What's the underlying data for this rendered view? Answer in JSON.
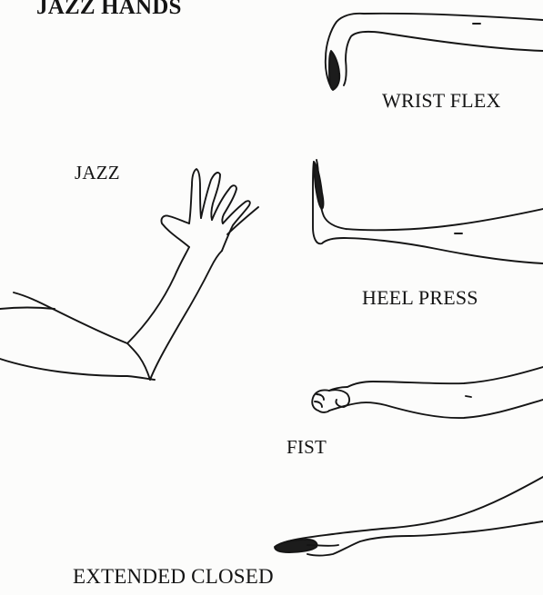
{
  "title": "JAZZ HANDS",
  "positions": [
    {
      "label": "WRIST FLEX",
      "icon": "arm-wrist-flex-illustration"
    },
    {
      "label": "JAZZ",
      "icon": "arm-jazz-hand-illustration"
    },
    {
      "label": "HEEL PRESS",
      "icon": "arm-heel-press-illustration"
    },
    {
      "label": "FIST",
      "icon": "arm-fist-illustration"
    },
    {
      "label": "EXTENDED CLOSED",
      "icon": "arm-extended-closed-illustration"
    }
  ],
  "colors": {
    "ink": "#151515",
    "paper": "#fcfcfb"
  }
}
